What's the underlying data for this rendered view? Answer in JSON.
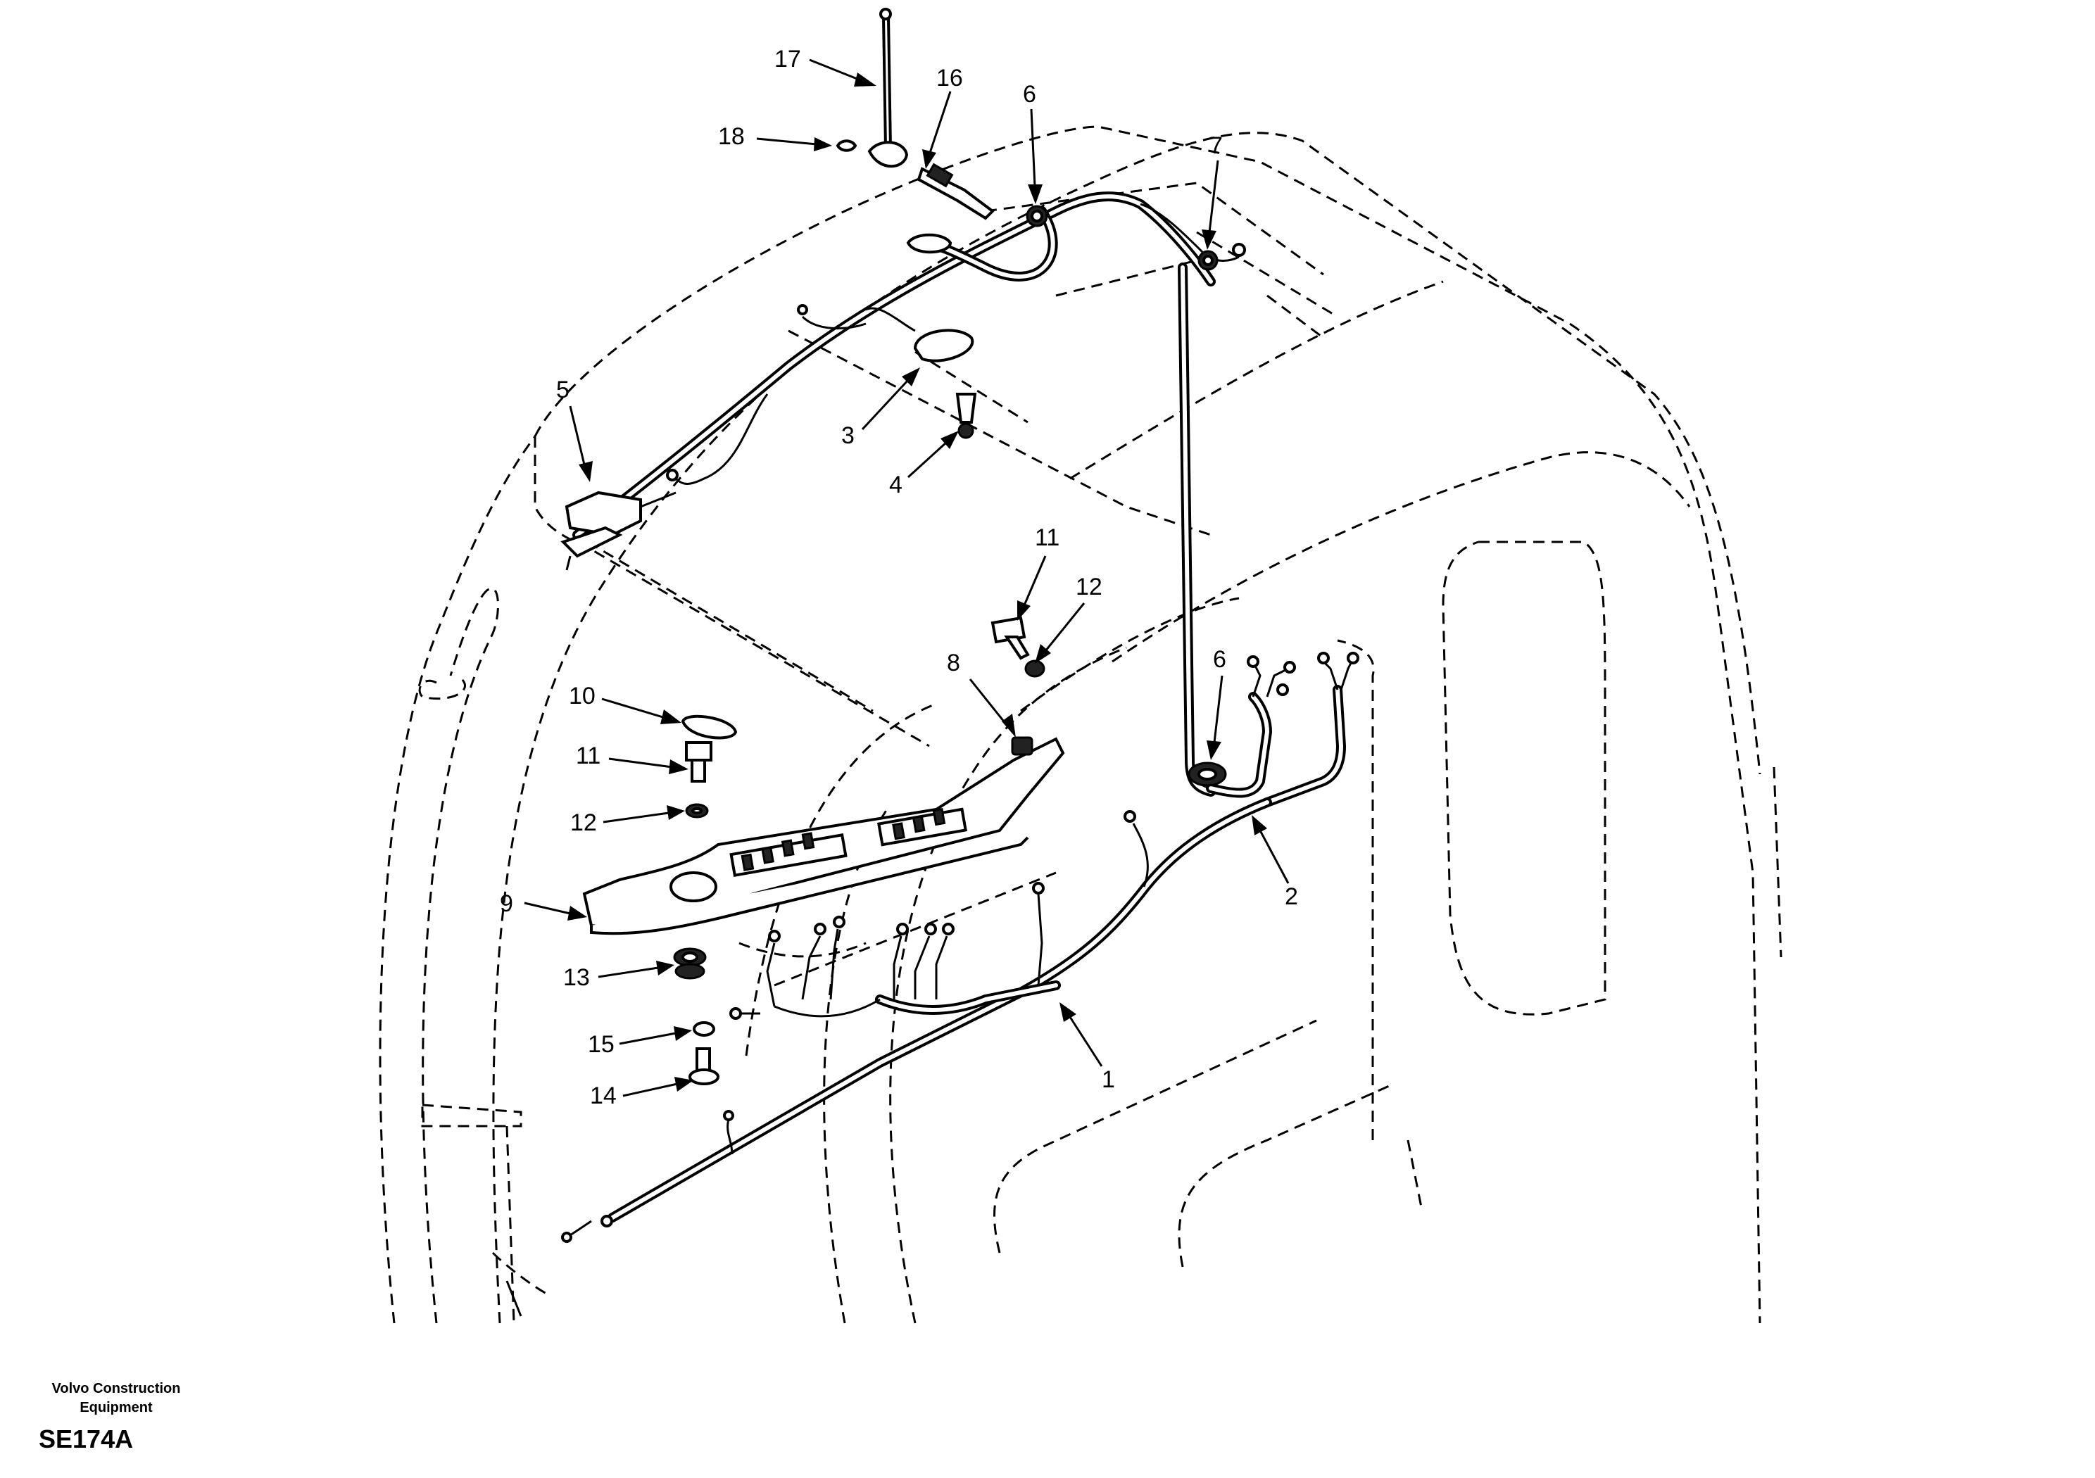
{
  "diagram": {
    "callouts": [
      {
        "id": "c17",
        "label": "17"
      },
      {
        "id": "c16",
        "label": "16"
      },
      {
        "id": "c18",
        "label": "18"
      },
      {
        "id": "c6a",
        "label": "6"
      },
      {
        "id": "c7",
        "label": "7"
      },
      {
        "id": "c5",
        "label": "5"
      },
      {
        "id": "c3",
        "label": "3"
      },
      {
        "id": "c4",
        "label": "4"
      },
      {
        "id": "c11a",
        "label": "11"
      },
      {
        "id": "c12a",
        "label": "12"
      },
      {
        "id": "c8",
        "label": "8"
      },
      {
        "id": "c6b",
        "label": "6"
      },
      {
        "id": "c10",
        "label": "10"
      },
      {
        "id": "c11b",
        "label": "11"
      },
      {
        "id": "c12b",
        "label": "12"
      },
      {
        "id": "c9",
        "label": "9"
      },
      {
        "id": "c2",
        "label": "2"
      },
      {
        "id": "c13",
        "label": "13"
      },
      {
        "id": "c15",
        "label": "15"
      },
      {
        "id": "c14",
        "label": "14"
      },
      {
        "id": "c1",
        "label": "1"
      }
    ]
  },
  "footer": {
    "brand_line1": "Volvo Construction",
    "brand_line2": "Equipment",
    "code": "SE174A"
  }
}
